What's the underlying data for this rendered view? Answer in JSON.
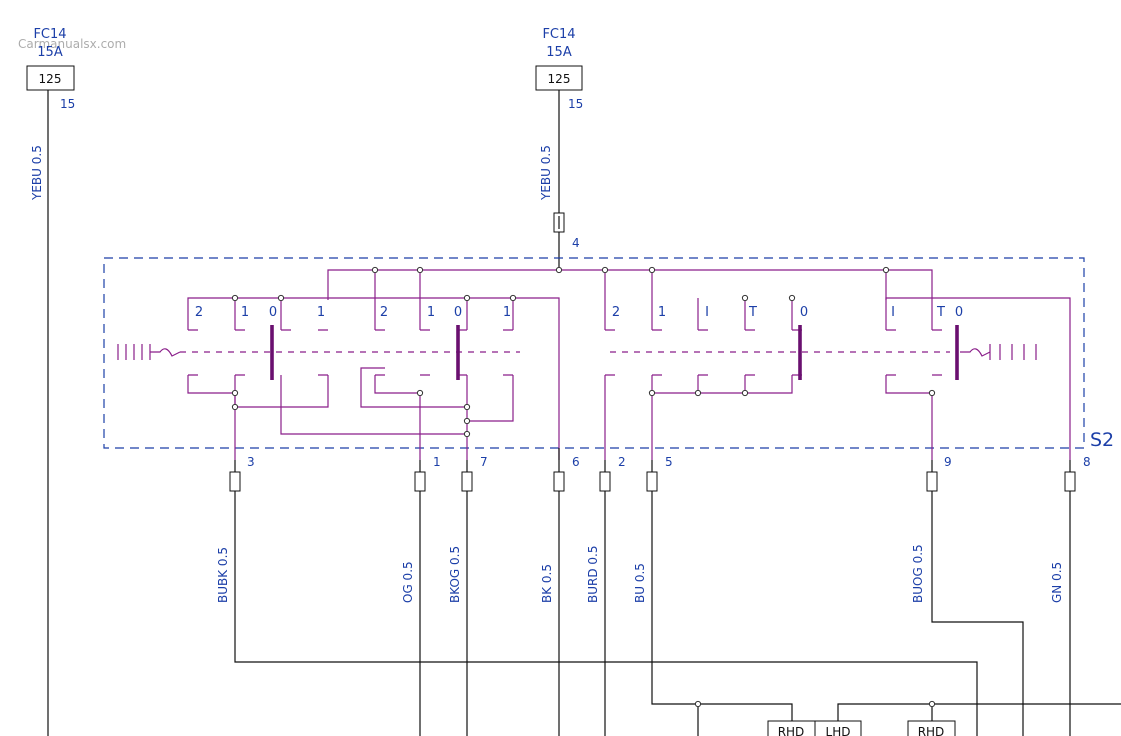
{
  "colors": {
    "label": "#1c3fa8",
    "wire": "#111111",
    "switch": "#8a1f8a",
    "border": "#1c3fa8"
  },
  "fuses": [
    {
      "name": "FC14",
      "rating": "15A",
      "box": "125",
      "pin": "15"
    },
    {
      "name": "FC14",
      "rating": "15A",
      "box": "125",
      "pin": "15"
    }
  ],
  "wires": {
    "left_feed": "YEBU 0.5",
    "center_feed": "YEBU 0.5",
    "bottom": [
      "BUBK 0.5",
      "OG 0.5",
      "BKOG 0.5",
      "BK 0.5",
      "BURD 0.5",
      "BU 0.5",
      "BUOG 0.5",
      "GN 0.5"
    ]
  },
  "switch": {
    "name": "S2",
    "input_pin": "4",
    "output_pins": [
      "3",
      "1",
      "7",
      "6",
      "2",
      "5",
      "9",
      "8"
    ],
    "left_positions": [
      "2",
      "1",
      "0",
      "1",
      "2",
      "1",
      "0",
      "1"
    ],
    "right_positions": [
      "2",
      "1",
      "I",
      "T",
      "0",
      "I",
      "T",
      "0"
    ]
  },
  "bottom_boxes": [
    "RHD",
    "LHD",
    "RHD"
  ],
  "watermark": "Carmanualsx.com"
}
